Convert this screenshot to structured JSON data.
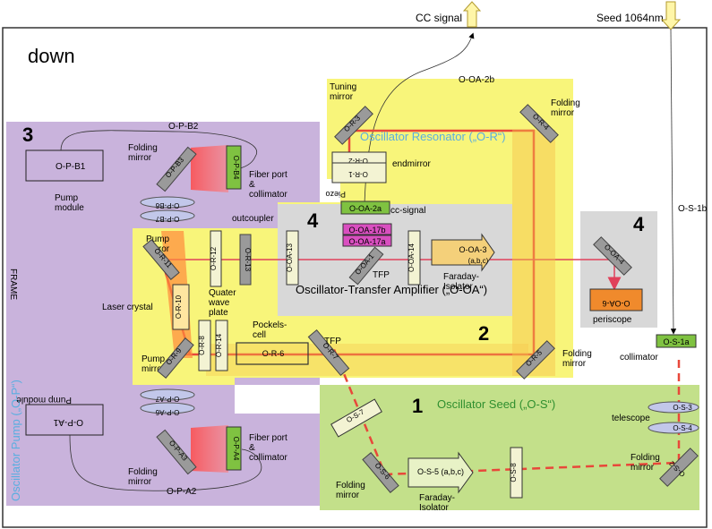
{
  "title": "down",
  "frame_label": "FRAME",
  "top": {
    "cc_signal": "CC signal",
    "seed": "Seed 1064nm",
    "o_oa_2b": "O-OA-2b",
    "o_s_1b": "O-S-1b"
  },
  "colors": {
    "pump_region": "#c9b3dc",
    "resonator_region": "#f8f57a",
    "seed_region": "#c3e08a",
    "oa_region": "#d8d8d8",
    "beam": "#e8483a",
    "seed_beam": "#e8483a",
    "green_component": "#7fc241",
    "magenta_component": "#d94fc0",
    "orange_component": "#f08a2c",
    "resonator_title": "#5aaee0",
    "seed_title": "#2f8f2f"
  },
  "numbers": {
    "pump": "3",
    "oa_main": "4",
    "oa_side": "4",
    "resonator": "2",
    "seed": "1"
  },
  "resonator": {
    "title": "Oscillator Resonator („O-R“)",
    "tuning_mirror": "Tuning mirror",
    "folding_mirror_top": "Folding mirror",
    "folding_mirror_right": "Folding mirror",
    "endmirror": "endmirror",
    "piezo": "Piezo",
    "outcoupler": "outcoupler",
    "pump_mirror_top": "Pump mirror",
    "pump_mirror_bottom": "Pump mirror",
    "laser_crystal": "Laser crystal",
    "quater_wave": "Quater wave plate",
    "pockels": "Pockels- cell",
    "tfp": "TFP",
    "components": {
      "o_r_1": "O-R-1",
      "o_r_2": "O-R-2",
      "o_r_3": "O-R-3",
      "o_r_4": "O-R-4",
      "o_r_5": "O-R-5",
      "o_r_6": "O-R-6",
      "o_r_7": "O-R-7",
      "o_r_8": "O-R-8",
      "o_r_9": "O-R-9",
      "o_r_10": "O-R-10",
      "o_r_11": "O-R-11",
      "o_r_12": "O-R-12",
      "o_r_13": "O-R-13",
      "o_r_14": "O-R-14"
    }
  },
  "pump": {
    "title": "Oscillator Pump („O-P“)",
    "pump_module_top": "Pump module",
    "pump_module_bottom": "Pump module",
    "folding_mirror_top": "Folding mirror",
    "folding_mirror_bottom": "Folding mirror",
    "fiber_port_top": "Fiber port & collimator",
    "fiber_port_bottom": "Fiber port & collimator",
    "components": {
      "o_p_b1": "O-P-B1",
      "o_p_b2": "O-P-B2",
      "o_p_b3": "O-P-B3",
      "o_p_b4": "O-P-B4",
      "o_p_b6": "O-P-B6",
      "o_p_b7": "O-P-B7",
      "o_p_a1": "O-P-A1",
      "o_p_a2": "O-P-A2",
      "o_p_a3": "O-P-A3",
      "o_p_a4": "O-P-A4",
      "o_p_a6": "O-P-A6",
      "o_p_a7": "O-P-A7"
    }
  },
  "oa": {
    "title": "Oscillator-Transfer Amplifier („O-OA“)",
    "cc_signal": "cc-signal",
    "tfp": "TFP",
    "faraday": "Faraday- Isolator",
    "periscope": "periscope",
    "components": {
      "o_oa_1": "O-OA-1",
      "o_oa_2a": "O-OA-2a",
      "o_oa_3": "O-OA-3",
      "o_oa_3_sub": "(a,b,c)",
      "o_oa_4": "O-OA-4",
      "o_oa_6": "O-OA-6",
      "o_oa_13": "O-OA-13",
      "o_oa_14": "O-OA-14",
      "o_oa_17a": "O-OA-17a",
      "o_oa_17b": "O-OA-17b"
    }
  },
  "seed": {
    "title": "Oscillator Seed („O-S“)",
    "collimator": "collimator",
    "telescope": "telescope",
    "folding_mirror_right": "Folding mirror",
    "folding_mirror_left": "Folding mirror",
    "faraday": "Faraday- Isolator",
    "components": {
      "o_s_1a": "O-S-1a",
      "o_s_2": "O-S-2",
      "o_s_3": "O-S-3",
      "o_s_4": "O-S-4",
      "o_s_5": "O-S-5 (a,b,c)",
      "o_s_6": "O-S-6",
      "o_s_7": "O-S-7",
      "o_s_8": "O-S-8"
    }
  }
}
